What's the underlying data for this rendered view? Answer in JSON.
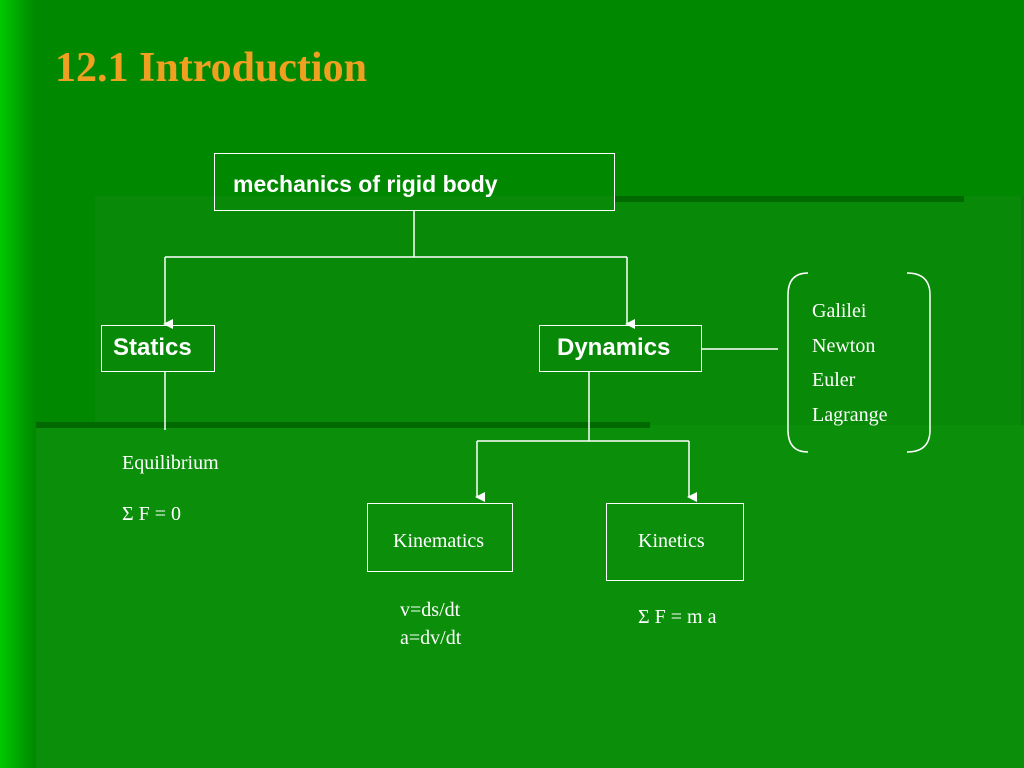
{
  "slide": {
    "title": "12.1 Introduction"
  },
  "diagram": {
    "root": "mechanics of rigid body",
    "statics": {
      "label": "Statics",
      "notes": [
        "Equilibrium",
        "Σ F = 0"
      ]
    },
    "dynamics": {
      "label": "Dynamics",
      "scientists": [
        "Galilei",
        "Newton",
        "Euler",
        "Lagrange"
      ],
      "kinematics": {
        "label": "Kinematics",
        "equations": [
          "v=ds/dt",
          "a=dv/dt"
        ]
      },
      "kinetics": {
        "label": "Kinetics",
        "equations": [
          "Σ F = m a"
        ]
      }
    }
  },
  "colors": {
    "background": "#008800",
    "title": "#f0a020",
    "lines": "#ffffff"
  }
}
